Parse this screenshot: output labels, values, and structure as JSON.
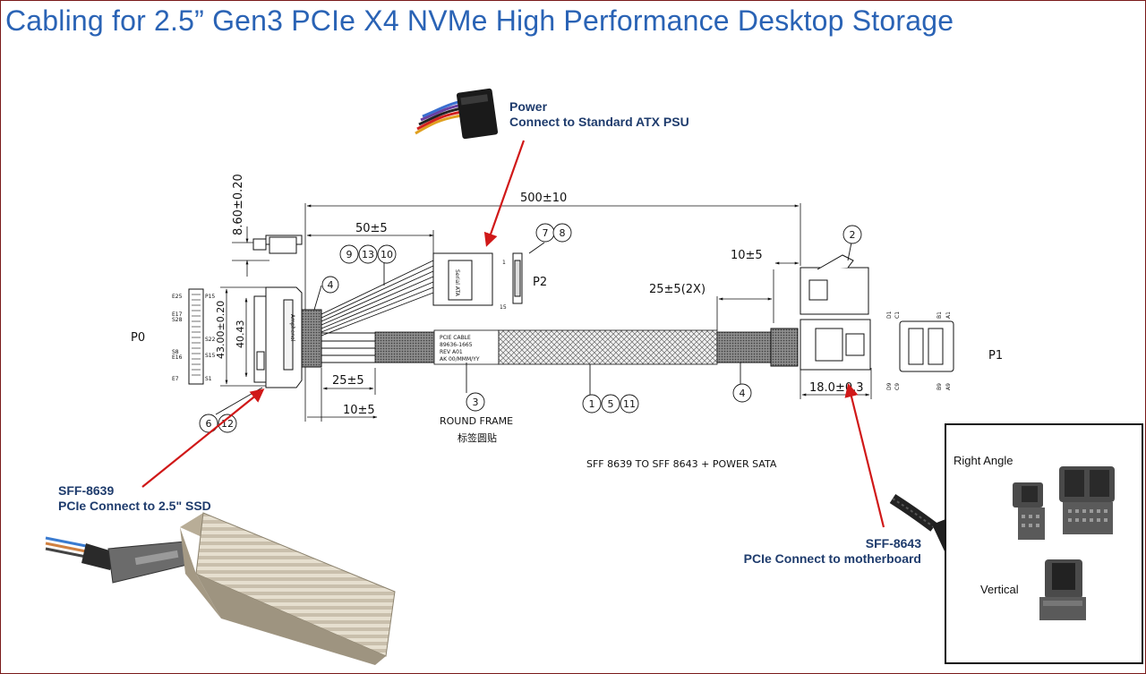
{
  "title": "Cabling for 2.5” Gen3 PCIe X4 NVMe High Performance Desktop Storage",
  "callouts": {
    "power_title": "Power",
    "power_desc": "Connect to Standard ATX PSU",
    "sff8639_title": "SFF-8639",
    "sff8639_desc": "PCIe Connect to 2.5\" SSD",
    "sff8643_title": "SFF-8643",
    "sff8643_desc": "PCIe Connect to motherboard"
  },
  "inset": {
    "right_angle": "Right Angle",
    "vertical": "Vertical"
  },
  "drawing": {
    "dim_total": "500±10",
    "dim_50": "50±5",
    "dim_8_60": "8.60±0.20",
    "dim_43": "43.00±0.20",
    "dim_40": "40.43",
    "dim_10_left": "10±5",
    "dim_25_left": "25±5",
    "dim_10_right": "10±5",
    "dim_25_2x": "25±5(2X)",
    "dim_18": "18.0±0.3",
    "p0": "P0",
    "p1": "P1",
    "p2": "P2",
    "round_frame": "ROUND FRAME",
    "label_cn": "标签圆贴",
    "spec": "SFF 8639 TO SFF 8643 + POWER SATA",
    "balloons": {
      "b2": "2",
      "b3": "3",
      "b4a": "4",
      "b4b": "4",
      "b6": "6",
      "b12": "12",
      "b9": "9",
      "b13": "13",
      "b10": "10",
      "b7": "7",
      "b8": "8",
      "b1": "1",
      "b5": "5",
      "b11": "11"
    },
    "pins": {
      "p2_1": "1",
      "p2_15": "15",
      "d1": "D1",
      "c1": "C1",
      "b1": "B1",
      "a1": "A1",
      "d9": "D9",
      "c9": "C9",
      "b9": "B9",
      "a9": "A9",
      "e25": "E25",
      "p15": "P15",
      "e17": "E17",
      "s28": "S28",
      "s8": "S8",
      "e16": "E16",
      "s22": "S22",
      "s15": "S15",
      "s1": "S1",
      "e7": "E7"
    },
    "sata_label": "Serial ATA",
    "brand": "Amphenol",
    "label_lines": [
      "PCIE CABLE",
      "89636-1665",
      "REV A01",
      "AK 00/MMM/YY"
    ]
  }
}
